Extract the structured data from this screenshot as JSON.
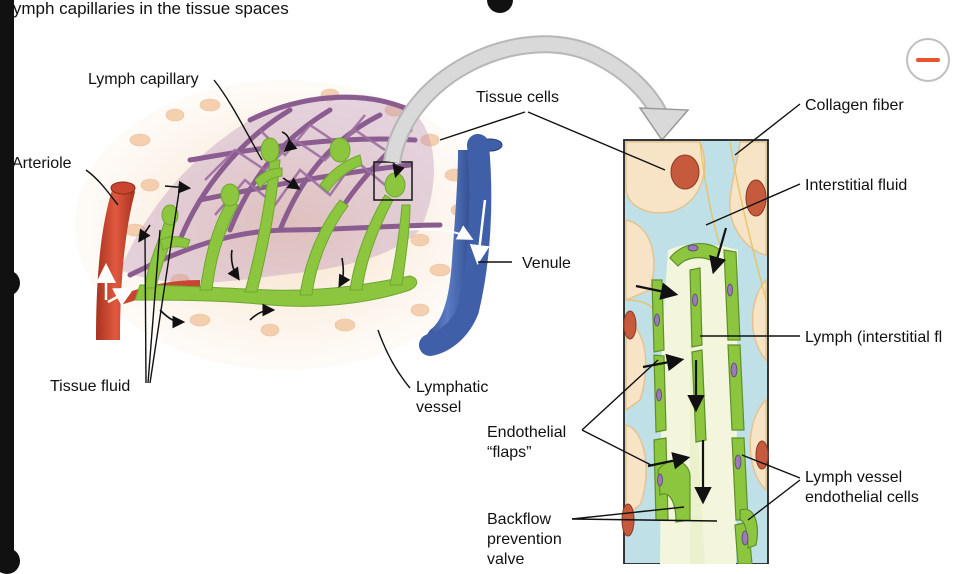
{
  "title": "Lymph capillaries in the tissue spaces",
  "labels": {
    "lymph_capillary": "Lymph capillary",
    "arteriole": "Arteriole",
    "tissue_fluid": "Tissue fluid",
    "lymphatic_vessel_1": "Lymphatic",
    "lymphatic_vessel_2": "vessel",
    "tissue_cells": "Tissue cells",
    "venule": "Venule",
    "collagen_fiber": "Collagen fiber",
    "interstitial_fluid": "Interstitial fluid",
    "lymph_interstitial": "Lymph (interstitial fl",
    "endothelial_flaps_1": "Endothelial",
    "endothelial_flaps_2": "“flaps”",
    "lymph_vessel_endothelial_1": "Lymph vessel",
    "lymph_vessel_endothelial_2": "endothelial cells",
    "backflow_1": "Backflow",
    "backflow_2": "prevention",
    "backflow_3": "valve"
  },
  "colors": {
    "artery": "#c9452f",
    "vein": "#3f5fa8",
    "capillary_bed": "#8a5c8f",
    "lymph": "#8cc63f",
    "tissue": "#f7e3c6",
    "interstitial": "#bfe0e6",
    "cell_nucleus": "#c55a3c",
    "accent": "#e8532b"
  },
  "controls": {
    "collapse_icon": "minus-icon"
  }
}
